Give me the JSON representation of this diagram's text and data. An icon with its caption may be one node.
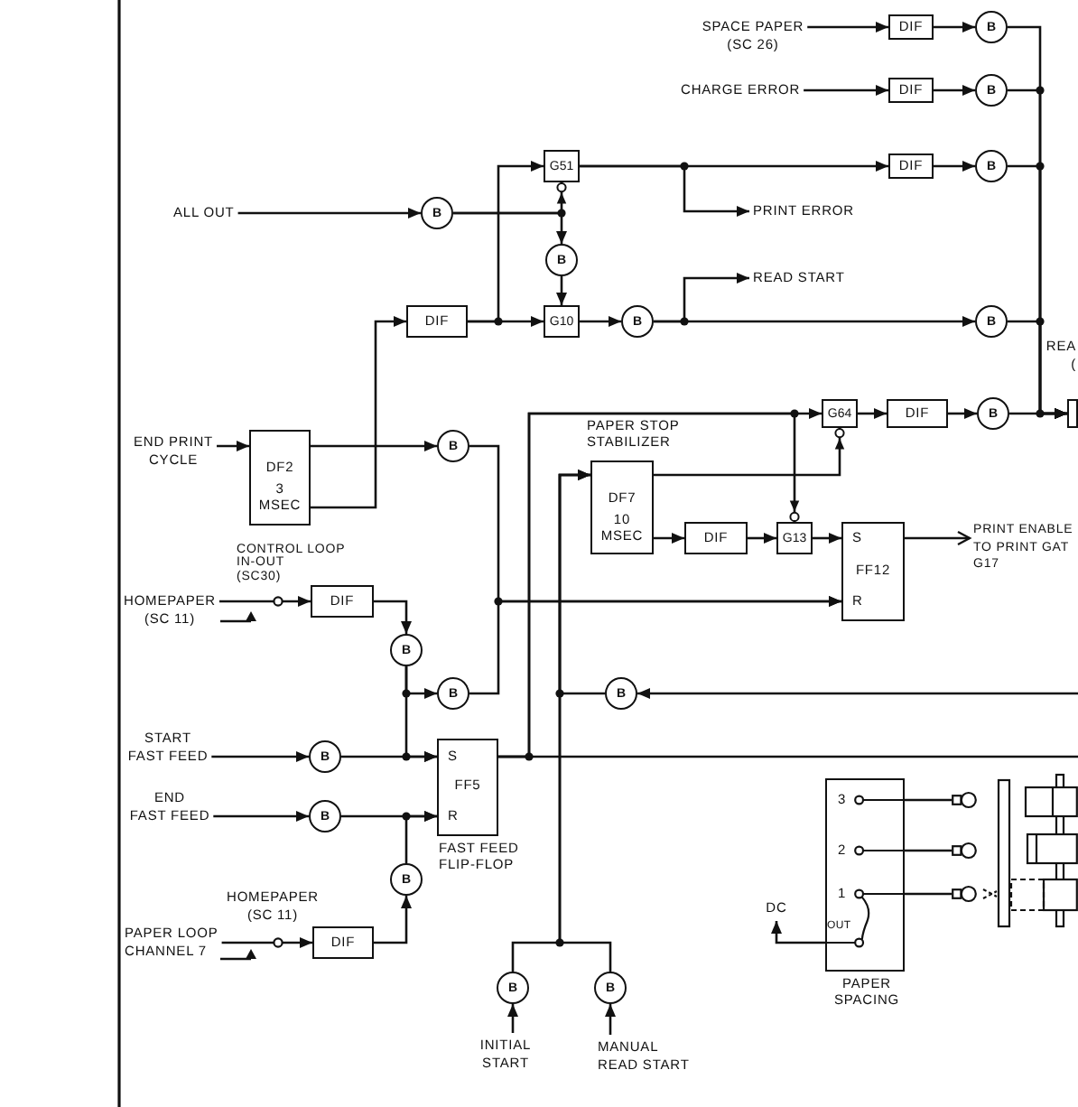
{
  "diagram": {
    "nodes": [
      {
        "text": [
          "SPACE PAPER (SC 26)"
        ]
      },
      {
        "text": [
          "DIF"
        ]
      },
      {
        "text": [
          "B"
        ]
      },
      {
        "text": [
          "CHARGE ERROR"
        ]
      },
      {
        "text": [
          "DIF"
        ]
      },
      {
        "text": [
          "B"
        ]
      },
      {
        "text": [
          "G51"
        ]
      },
      {
        "text": [
          "DIF"
        ]
      },
      {
        "text": [
          "B"
        ]
      },
      {
        "text": [
          "ALL OUT"
        ]
      },
      {
        "text": [
          "B"
        ]
      },
      {
        "text": [
          "PRINT ERROR"
        ]
      },
      {
        "text": [
          "B"
        ]
      },
      {
        "text": [
          "READ START"
        ]
      },
      {
        "text": [
          "DIF"
        ]
      },
      {
        "text": [
          "G10"
        ]
      },
      {
        "text": [
          "B"
        ]
      },
      {
        "text": [
          "B"
        ]
      },
      {
        "text": [
          "G64"
        ]
      },
      {
        "text": [
          "DIF"
        ]
      },
      {
        "text": [
          "B"
        ]
      },
      {
        "text": [],
        "shape": "box"
      },
      {
        "text": [
          "END PRINT CYCLE"
        ]
      },
      {
        "text": [
          "DF2",
          "3 MSEC"
        ]
      },
      {
        "text": [
          "B"
        ]
      },
      {
        "text": [
          "DF7",
          "10 MSEC"
        ],
        "beside": [
          "PAPER STOP STABILIZER"
        ]
      },
      {
        "text": [
          "DIF"
        ]
      },
      {
        "text": [
          "G13"
        ]
      },
      {
        "text": [
          "S",
          "FF12",
          "R"
        ]
      },
      {
        "text": [
          "PRINT ENABLE TO PRINT GAT G17"
        ]
      },
      {
        "text": [
          "HOMEPAPER (SC 11)"
        ]
      },
      {
        "text": [
          "DIF"
        ]
      },
      {
        "text": [
          "B"
        ]
      },
      {
        "text": [
          "B"
        ]
      },
      {
        "text": [
          "B"
        ]
      },
      {
        "text": [
          "START FAST FEED"
        ]
      },
      {
        "text": [
          "B"
        ]
      },
      {
        "text": [
          "S",
          "FF5",
          "R"
        ],
        "beside": [
          "FAST FEED FLIP-FLOP"
        ]
      },
      {
        "text": [
          "END FAST FEED"
        ]
      },
      {
        "text": [
          "B"
        ]
      },
      {
        "text": [
          "3",
          "2",
          "1",
          "OUT"
        ],
        "beside": [
          "PAPER SPACING"
        ]
      },
      {
        "text": [],
        "shape": "lamp"
      },
      {
        "text": [],
        "shape": "lamp"
      },
      {
        "text": [],
        "shape": "lamp"
      },
      {
        "text": [
          "B"
        ]
      },
      {
        "text": [
          "DC"
        ]
      },
      {
        "text": [
          "PAPER LOOP CHANNEL 7"
        ]
      },
      {
        "text": [
          "DIF"
        ]
      },
      {
        "text": [
          "B"
        ]
      },
      {
        "text": [
          "B"
        ]
      },
      {
        "text": [
          "INITIAL START"
        ]
      },
      {
        "text": [
          "MANUAL READ START"
        ]
      }
    ],
    "edges": [
      {
        "from": 0,
        "to": 1,
        "arrow": "to"
      },
      {
        "from": 1,
        "to": 2,
        "arrow": "to"
      },
      {
        "from": 2,
        "to": 21,
        "arrow": "to"
      },
      {
        "from": 3,
        "to": 4,
        "arrow": "to"
      },
      {
        "from": 4,
        "to": 5,
        "arrow": "to"
      },
      {
        "from": 5,
        "to": 21,
        "arrow": "to"
      },
      {
        "from": 6,
        "to": 7,
        "arrow": "to"
      },
      {
        "from": 7,
        "to": 8,
        "arrow": "to"
      },
      {
        "from": 8,
        "to": 21,
        "arrow": "to"
      },
      {
        "from": 6,
        "to": 11,
        "arrow": "to"
      },
      {
        "from": 9,
        "to": 10,
        "arrow": "to"
      },
      {
        "from": 10,
        "to": 6,
        "arrow": "to"
      },
      {
        "from": 10,
        "to": 12,
        "arrow": "to"
      },
      {
        "from": 12,
        "to": 15,
        "arrow": "to"
      },
      {
        "from": 14,
        "to": 15,
        "arrow": "to"
      },
      {
        "from": 14,
        "to": 6,
        "arrow": "to"
      },
      {
        "from": 15,
        "to": 16,
        "arrow": "to"
      },
      {
        "from": 16,
        "to": 13,
        "arrow": "to"
      },
      {
        "from": 16,
        "to": 17,
        "arrow": "to"
      },
      {
        "from": 17,
        "to": 21,
        "arrow": "to"
      },
      {
        "from": 18,
        "to": 19,
        "arrow": "to"
      },
      {
        "from": 19,
        "to": 20,
        "arrow": "to"
      },
      {
        "from": 20,
        "to": 21,
        "arrow": "to"
      },
      {
        "from": 22,
        "to": 23,
        "arrow": "to"
      },
      {
        "from": 23,
        "to": 24,
        "arrow": "to"
      },
      {
        "from": 23,
        "to": 14,
        "arrow": "to"
      },
      {
        "from": 24,
        "to": 28,
        "arrow": "to"
      },
      {
        "from": 33,
        "to": 28,
        "arrow": "to"
      },
      {
        "from": 25,
        "to": 18,
        "arrow": "to"
      },
      {
        "from": 25,
        "to": 26,
        "arrow": "to"
      },
      {
        "from": 26,
        "to": 27,
        "arrow": "to"
      },
      {
        "from": 27,
        "to": 28,
        "arrow": "to"
      },
      {
        "from": 28,
        "to": 29,
        "arrow": "to"
      },
      {
        "from": 37,
        "to": 18,
        "arrow": "to"
      },
      {
        "from": 37,
        "to": 27,
        "arrow": "to"
      },
      {
        "from": 37,
        "to": null,
        "arrow": "none"
      },
      {
        "from": 30,
        "to": 31,
        "arrow": "to"
      },
      {
        "from": 31,
        "to": 32,
        "arrow": "to"
      },
      {
        "from": 32,
        "to": 33,
        "arrow": "to"
      },
      {
        "from": 32,
        "to": 37,
        "arrow": "to"
      },
      {
        "from": 35,
        "to": 36,
        "arrow": "to"
      },
      {
        "from": 36,
        "to": 37,
        "arrow": "to"
      },
      {
        "from": 38,
        "to": 39,
        "arrow": "to"
      },
      {
        "from": 39,
        "to": 37,
        "arrow": "to"
      },
      {
        "from": 44,
        "to": 37,
        "arrow": "to"
      },
      {
        "from": 47,
        "to": 44,
        "arrow": "to"
      },
      {
        "from": 46,
        "to": 47,
        "arrow": "to"
      },
      {
        "from": null,
        "to": 34,
        "arrow": "to"
      },
      {
        "from": 34,
        "to": 25,
        "arrow": "to"
      },
      {
        "from": 48,
        "to": 25,
        "arrow": "to"
      },
      {
        "from": 49,
        "to": 25,
        "arrow": "to"
      },
      {
        "from": 50,
        "to": 48,
        "arrow": "to"
      },
      {
        "from": 51,
        "to": 49,
        "arrow": "to"
      },
      {
        "from": 40,
        "to": 41,
        "arrow": "none"
      },
      {
        "from": 40,
        "to": 42,
        "arrow": "none"
      },
      {
        "from": 40,
        "to": 43,
        "arrow": "none"
      },
      {
        "from": 40,
        "to": 45,
        "arrow": "to"
      }
    ],
    "labels": [
      "REA (",
      "CONTROL LOOP IN-OUT (SC30)",
      "HOMEPAPER (SC 11)"
    ]
  }
}
